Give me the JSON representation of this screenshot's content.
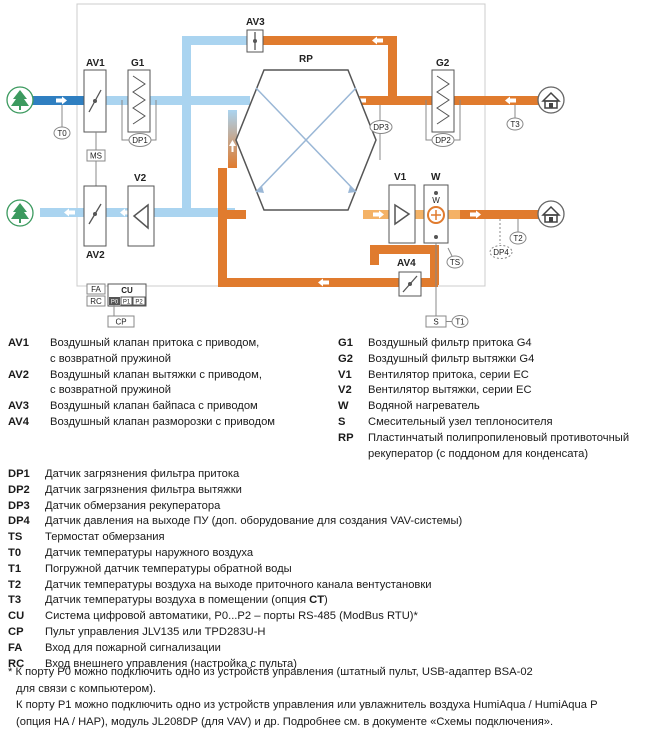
{
  "diagram": {
    "labels": {
      "av1": "AV1",
      "av2": "AV2",
      "av3": "AV3",
      "av4": "AV4",
      "g1": "G1",
      "g2": "G2",
      "v1": "V1",
      "v2": "V2",
      "w": "W",
      "w_small": "W",
      "rp": "RP",
      "dp1": "DP1",
      "dp2": "DP2",
      "dp3": "DP3",
      "dp4": "DP4",
      "t0": "T0",
      "t1": "T1",
      "t2": "T2",
      "t3": "T3",
      "ts": "TS",
      "s": "S",
      "ms": "MS",
      "cu": "CU",
      "p0": "P0",
      "p1": "P1",
      "p2": "P2",
      "fa": "FA",
      "rc": "RC",
      "cp": "CP"
    },
    "icons": [
      "tree-icon",
      "house-icon",
      "arrow-icon",
      "damper-icon",
      "filter-icon",
      "fan-icon",
      "heater-icon"
    ],
    "colors": {
      "supply": "#aad4f0",
      "supply_dark": "#2f7fc1",
      "exhaust": "#e07b2e",
      "frame": "#c9c9c9"
    }
  },
  "legend": {
    "left": [
      {
        "code": "AV1",
        "desc": "Воздушный клапан притока с приводом,",
        "desc2": "с возвратной пружиной"
      },
      {
        "code": "AV2",
        "desc": "Воздушный клапан вытяжки с приводом,",
        "desc2": "с возвратной пружиной"
      },
      {
        "code": "AV3",
        "desc": "Воздушный клапан байпаса с приводом"
      },
      {
        "code": "AV4",
        "desc": "Воздушный клапан разморозки с приводом"
      }
    ],
    "right": [
      {
        "code": "G1",
        "desc": "Воздушный фильтр притока G4"
      },
      {
        "code": "G2",
        "desc": "Воздушный фильтр вытяжки G4"
      },
      {
        "code": "V1",
        "desc": "Вентилятор притока, серии EC"
      },
      {
        "code": "V2",
        "desc": "Вентилятор вытяжки, серии EC"
      },
      {
        "code": "W",
        "desc": "Водяной нагреватель"
      },
      {
        "code": "S",
        "desc": "Смесительный узел теплоносителя"
      },
      {
        "code": "RP",
        "desc": "Пластинчатый полипропиленовый противоточный",
        "desc2": "рекуператор (с поддоном для конденсата)"
      }
    ],
    "sensors": [
      {
        "code": "DP1",
        "desc": "Датчик загрязнения фильтра притока"
      },
      {
        "code": "DP2",
        "desc": "Датчик загрязнения фильтра вытяжки"
      },
      {
        "code": "DP3",
        "desc": "Датчик обмерзания рекуператора"
      },
      {
        "code": "DP4",
        "desc": "Датчик давления на выходе ПУ (доп. оборудование для создания VAV-системы)"
      },
      {
        "code": "TS",
        "desc": "Термостат обмерзания"
      },
      {
        "code": "T0",
        "desc": "Датчик температуры наружного воздуха"
      },
      {
        "code": "T1",
        "desc": "Погружной датчик температуры обратной воды"
      },
      {
        "code": "T2",
        "desc": "Датчик температуры воздуха на выходе приточного канала вентустановки"
      },
      {
        "code": "T3",
        "desc": "Датчик температуры воздуха в помещении (опция ",
        "desc_bold": "CT",
        "desc_end": ")"
      },
      {
        "code": "CU",
        "desc": "Система цифровой автоматики, P0...P2 – порты RS-485 (ModBus RTU)*"
      },
      {
        "code": "CP",
        "desc": "Пульт управления JLV135 или TPD283U-H"
      },
      {
        "code": "FA",
        "desc": "Вход для пожарной сигнализации"
      },
      {
        "code": "RC",
        "desc": "Вход внешнего управления (настройка с пульта)"
      }
    ]
  },
  "notes": {
    "line1": "* К порту P0 можно подключить одно из устройств управления (штатный пульт, USB-адаптер BSA-02",
    "line2": "для связи с компьютером).",
    "line3": "К порту P1 можно подключить одно из устройств управления или увлажнитель воздуха HumiAqua /  HumiAqua P",
    "line4": "(опция HA / HAP), модуль JL208DP (для VAV) и др. Подробнее см. в документе «Схемы подключения»."
  }
}
